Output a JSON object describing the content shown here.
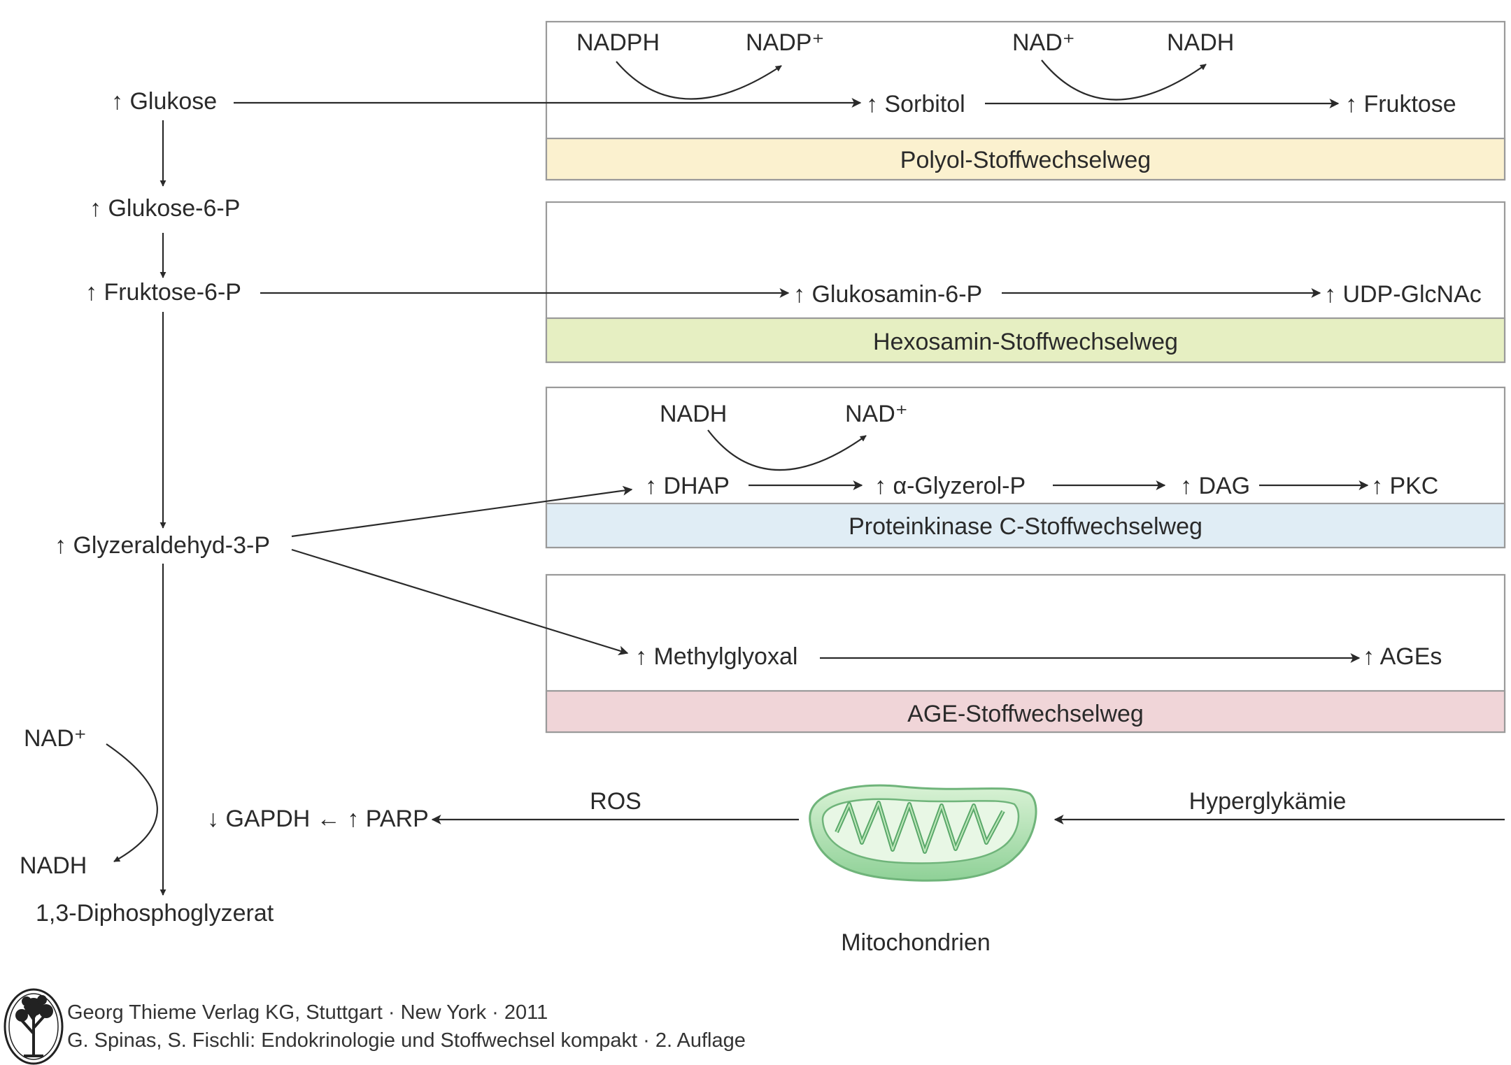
{
  "colors": {
    "polyol": "#fbf1cf",
    "hexosamin": "#e6efc2",
    "pkc": "#e0edf5",
    "age": "#f0d5d8",
    "mito_light": "#c8ebc4",
    "mito_dark": "#7cc78a"
  },
  "metabolites": {
    "glukose": "↑ Glukose",
    "glukose6p": "↑ Glukose-6-P",
    "fruktose6p": "↑ Fruktose-6-P",
    "glyzeraldehyd3p": "↑ Glyzeraldehyd-3-P",
    "diphosphoglyzerat": "1,3-Diphosphoglyzerat",
    "sorbitol": "↑ Sorbitol",
    "fruktose": "↑ Fruktose",
    "glukosamin6p": "↑ Glukosamin-6-P",
    "udpglcnac": "↑ UDP-GlcNAc",
    "dhap": "↑ DHAP",
    "glyzerolp": "↑ α-Glyzerol-P",
    "dag": "↑ DAG",
    "pkc": "↑ PKC",
    "methylglyoxal": "↑ Methylglyoxal",
    "ages": "↑ AGEs",
    "gapdh_parp": "↓ GAPDH ← ↑ PARP"
  },
  "cofactors": {
    "polyol_nadph": "NADPH",
    "polyol_nadp": "NADP⁺",
    "polyol_nad": "NAD⁺",
    "polyol_nadh": "NADH",
    "pkc_nadh": "NADH",
    "pkc_nad": "NAD⁺",
    "left_nad": "NAD⁺",
    "left_nadh": "NADH"
  },
  "pathways": {
    "polyol": "Polyol-Stoffwechselweg",
    "hexosamin": "Hexosamin-Stoffwechselweg",
    "pkc": "Proteinkinase C-Stoffwechselweg",
    "age": "AGE-Stoffwechselweg"
  },
  "mito": {
    "label": "Mitochondrien",
    "ros": "ROS",
    "hyperglykaemie": "Hyperglykämie"
  },
  "credits": {
    "publisher": "Georg Thieme Verlag KG, Stuttgart · New York · 2011",
    "book": "G. Spinas, S. Fischli: Endokrinologie und Stoffwechsel kompakt · 2. Auflage"
  }
}
